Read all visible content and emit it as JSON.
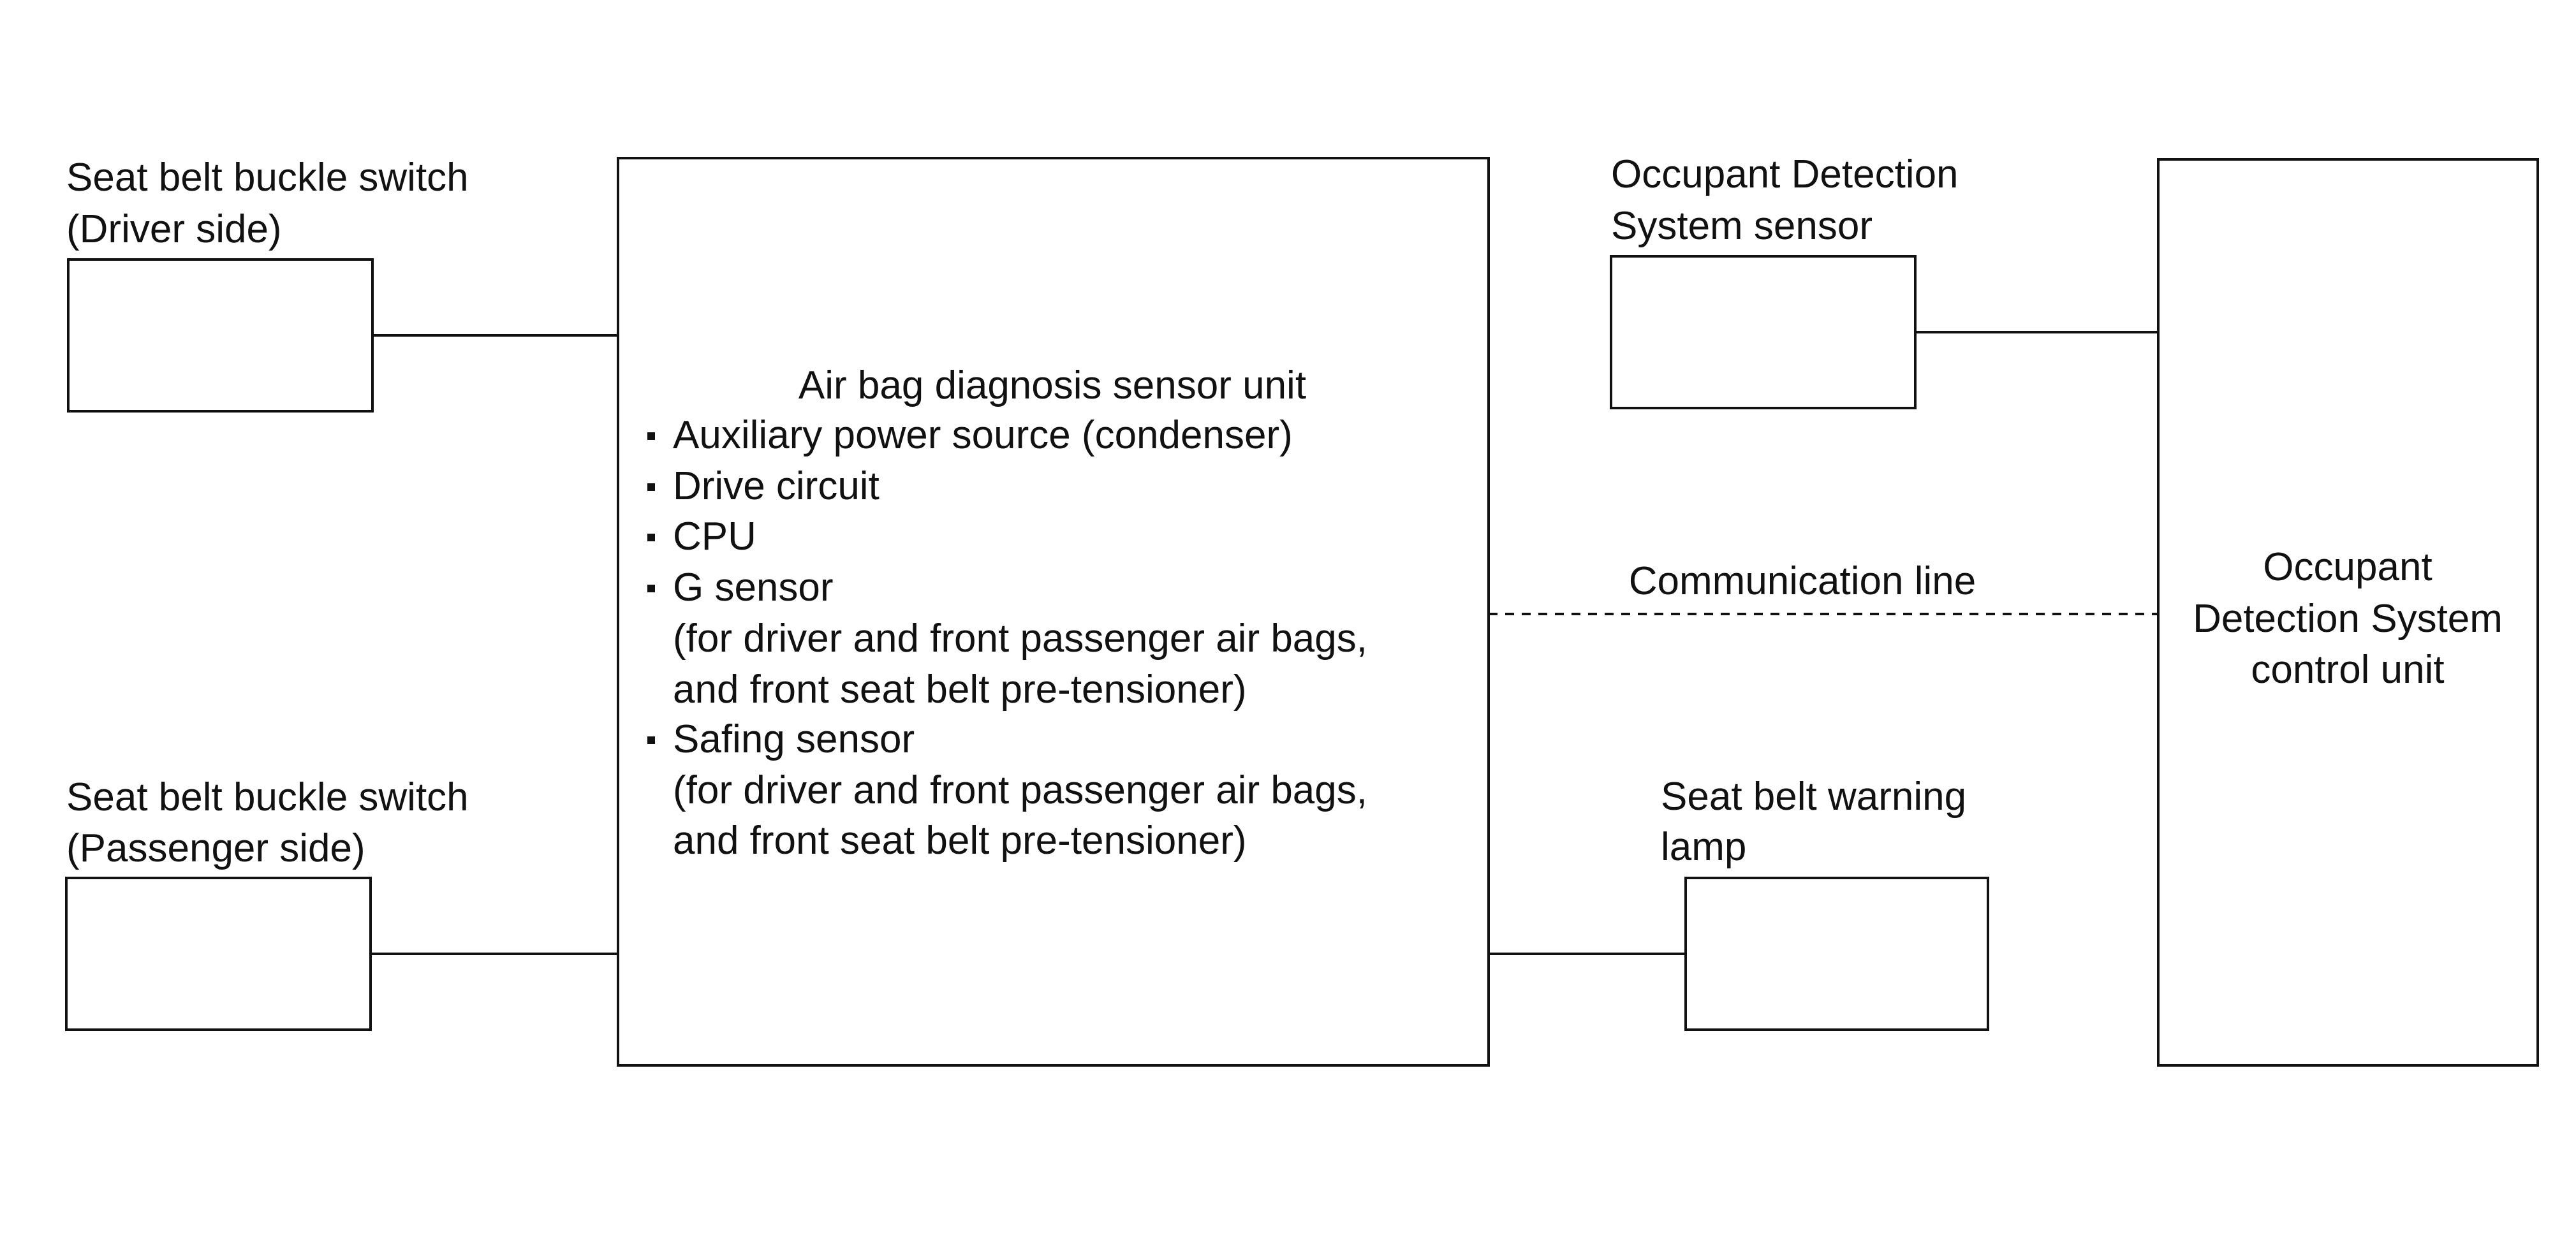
{
  "driver_switch": {
    "label_line1": "Seat belt buckle switch",
    "label_line2": "(Driver side)"
  },
  "passenger_switch": {
    "label_line1": "Seat belt buckle switch",
    "label_line2": "(Passenger side)"
  },
  "sensor_unit": {
    "title": "Air bag diagnosis sensor unit",
    "items": {
      "aux_power": "Auxiliary power source (condenser)",
      "drive_circuit": "Drive circuit",
      "cpu": "CPU",
      "g_sensor": "G sensor",
      "g_sensor_note1": "(for driver and front passenger air bags,",
      "g_sensor_note2": "and front seat belt pre-tensioner)",
      "safing_sensor": "Safing sensor",
      "safing_note1": "(for driver and front passenger air bags,",
      "safing_note2": "and front seat belt pre-tensioner)"
    }
  },
  "ods_sensor": {
    "label_line1": "Occupant Detection",
    "label_line2": "System sensor"
  },
  "communication": {
    "label": "Communication line"
  },
  "warning_lamp": {
    "label_line1": "Seat belt warning",
    "label_line2": "lamp"
  },
  "ods_control_unit": {
    "line1": "Occupant",
    "line2": "Detection System",
    "line3": "control unit"
  }
}
